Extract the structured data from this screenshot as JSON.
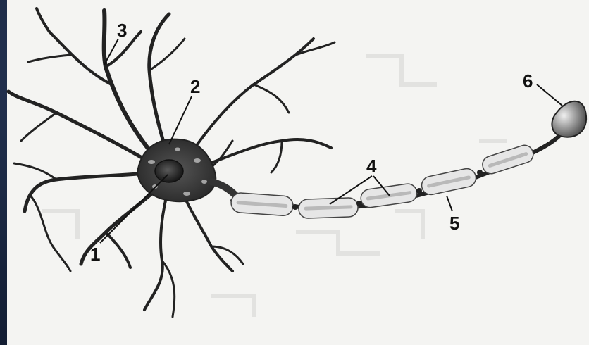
{
  "diagram": {
    "labels": {
      "nucleus": "1",
      "cell_body": "2",
      "dendrite": "3",
      "myelin_sheath": "4",
      "axon": "5",
      "axon_terminal": "6"
    }
  },
  "colors": {
    "frame": "#16223a",
    "paper": "#f4f4f2",
    "ink": "#222222",
    "myelin": "#e6e6e6"
  }
}
